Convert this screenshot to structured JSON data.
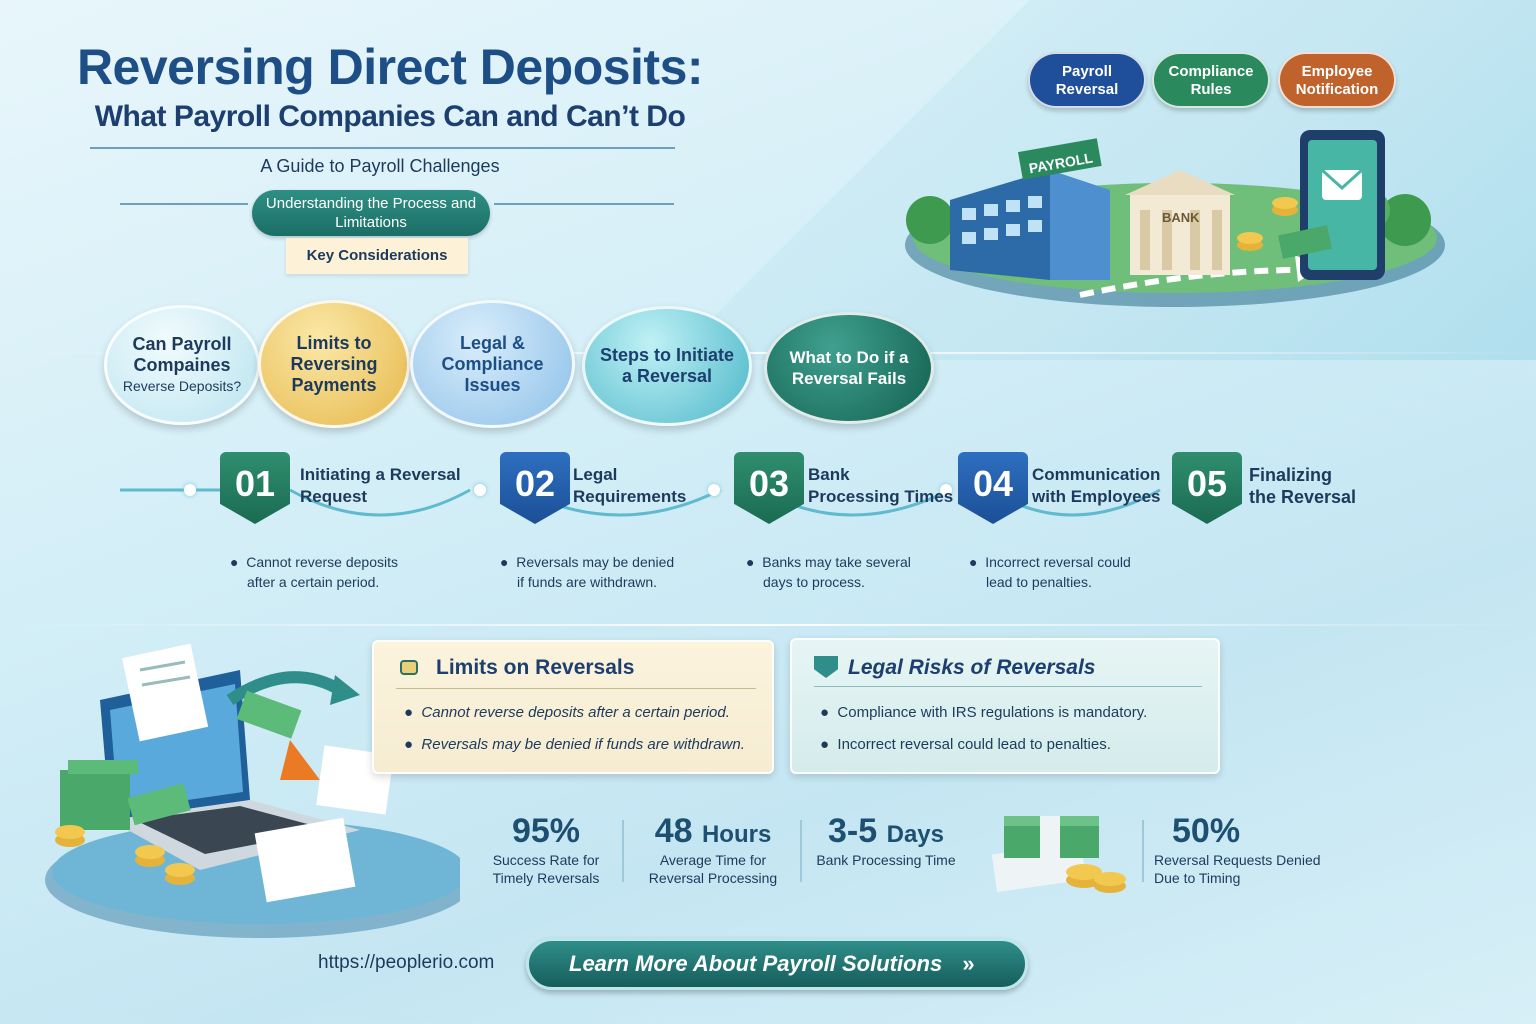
{
  "header": {
    "title": "Reversing Direct Deposits:",
    "subtitle_line": "What Payroll Companies Can and Can’t Do",
    "guide": "A Guide to Payroll Challenges",
    "pill_dark": "Understanding the Process and Limitations",
    "pill_light": "Key Considerations"
  },
  "badges": [
    {
      "label": "Payroll Reversal",
      "color": "#1f4f9a"
    },
    {
      "label": "Compliance Rules",
      "color": "#2a8a5e"
    },
    {
      "label": "Employee Notification",
      "color": "#c0622c"
    }
  ],
  "illustration": {
    "building_sign": "PAYROLL",
    "bank_sign": "BANK"
  },
  "topics": [
    {
      "line1": "Can Payroll",
      "line2": "Compaines",
      "line3": "Reverse Deposits?"
    },
    {
      "line1": "Limits to",
      "line2": "Reversing",
      "line3": "Payments"
    },
    {
      "line1": "Legal &",
      "line2": "Compliance",
      "line3": "Issues"
    },
    {
      "line1": "Steps to Initiate",
      "line2": "a Reversal"
    },
    {
      "line1": "What to Do if a",
      "line2": "Reversal Fails"
    }
  ],
  "steps": [
    {
      "num": "01",
      "label1": "Initiating a Reversal",
      "label2": "Request",
      "bullet1": "Cannot reverse deposits",
      "bullet2": "after a certain period."
    },
    {
      "num": "02",
      "label1": "Legal",
      "label2": "Requirements",
      "bullet1": "Reversals may be denied",
      "bullet2": "if funds are withdrawn."
    },
    {
      "num": "03",
      "label1": "Bank",
      "label2": "Processing Times",
      "bullet1": "Banks may take several",
      "bullet2": "days to process."
    },
    {
      "num": "04",
      "label1": "Communication",
      "label2": "with Employees",
      "bullet1": "Incorrect reversal could",
      "bullet2": "lead to penalties."
    },
    {
      "num": "05",
      "label1": "Finalizing",
      "label2": "the Reversal"
    }
  ],
  "limits_box": {
    "title": "Limits on Reversals",
    "items": [
      "Cannot reverse deposits after a certain period.",
      "Reversals may be denied if funds are withdrawn."
    ]
  },
  "legal_box": {
    "title": "Legal Risks of Reversals",
    "items": [
      "Compliance with IRS regulations is mandatory.",
      "Incorrect reversal could lead to penalties."
    ]
  },
  "stats": [
    {
      "value": "95%",
      "unit": "",
      "label1": "Success Rate for",
      "label2": "Timely Reversals"
    },
    {
      "value": "48",
      "unit": "Hours",
      "label1": "Average Time for",
      "label2": "Reversal Processing"
    },
    {
      "value": "3-5",
      "unit": "Days",
      "label1": "Bank Processing Time",
      "label2": ""
    },
    {
      "value": "50%",
      "unit": "",
      "label1": "Reversal Requests Denied",
      "label2": "Due to Timing"
    }
  ],
  "footer": {
    "url": "https://peoplerio.com",
    "cta": "Learn More About Payroll Solutions"
  }
}
